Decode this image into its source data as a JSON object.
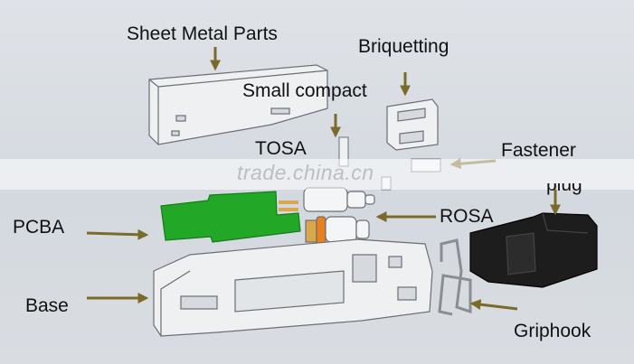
{
  "labels": {
    "sheet_metal": "Sheet Metal Parts",
    "briquetting": "Briquetting",
    "small_compact": "Small compact",
    "tosa": "TOSA",
    "fastener": "Fastener",
    "rosa": "ROSA",
    "pcba": "PCBA",
    "base": "Base",
    "griphook": "Griphook",
    "cutoff_text": "plug"
  },
  "watermark": "trade.china.cn",
  "colors": {
    "arrow": "#7b6a2a",
    "pcba_green": "#22a826",
    "plug_black": "#1d1d1d",
    "part_outline": "#6b6f75",
    "part_fill": "#eef0f2",
    "rosa_orange": "#e8801e"
  }
}
